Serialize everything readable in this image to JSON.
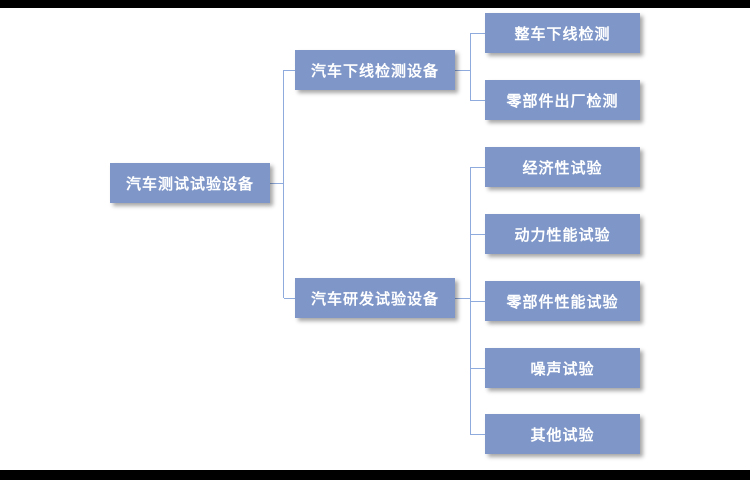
{
  "diagram": {
    "type": "tree",
    "orientation": "left-to-right",
    "root": {
      "label": "汽车测试试验设备"
    },
    "branches": [
      {
        "label": "汽车下线检测设备",
        "children": [
          {
            "label": "整车下线检测"
          },
          {
            "label": "零部件出厂检测"
          }
        ]
      },
      {
        "label": "汽车研发试验设备",
        "children": [
          {
            "label": "经济性试验"
          },
          {
            "label": "动力性能试验"
          },
          {
            "label": "零部件性能试验"
          },
          {
            "label": "噪声试验"
          },
          {
            "label": "其他试验"
          }
        ]
      }
    ],
    "colors": {
      "node_fill": "#7E96C8",
      "node_text": "#FFFFFF",
      "connector": "#8FAADC",
      "background": "#FFFFFF",
      "letterbox": "#000000"
    }
  }
}
